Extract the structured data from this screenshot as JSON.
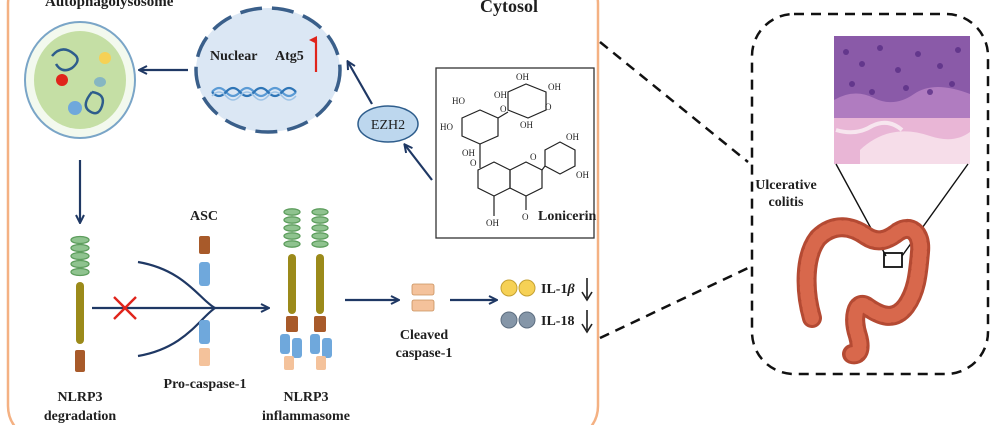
{
  "labels": {
    "autophagolysosome": "Autophagolysosome",
    "cytosol": "Cytosol",
    "nuclear": "Nuclear",
    "atg5": "Atg5",
    "ezh2": "EZH2",
    "lonicerin": "Lonicerin",
    "asc": "ASC",
    "nlrp3_degradation_line1": "NLRP3",
    "nlrp3_degradation_line2": "degradation",
    "pro_caspase": "Pro-caspase-1",
    "nlrp3_inflammasome_line1": "NLRP3",
    "nlrp3_inflammasome_line2": "inflammasome",
    "cleaved_line1": "Cleaved",
    "cleaved_line2": "caspase-1",
    "il1_prefix": "IL-1",
    "il1_beta": "β",
    "il18": "IL-18",
    "ulcerative_line1": "Ulcerative",
    "ulcerative_line2": "colitis"
  },
  "molecule_atoms": {
    "o": "O",
    "oh": "OH",
    "ho": "HO"
  },
  "colors": {
    "cell_border": "#f4b183",
    "arrow": "#1f3864",
    "nucleus_fill": "#dbe7f4",
    "nucleus_border": "#3a5f8a",
    "vesicle_fill": "#c5dfa5",
    "ezh2_fill": "#bdd7ee",
    "helix_green": "#8fc38f",
    "nlrp3_rod": "#9b8a1a",
    "asc_brown": "#a85a2a",
    "caspase_blue": "#6fa8dc",
    "caspase_peach": "#f4c29b",
    "il1_yellow": "#f6d155",
    "il18_gray": "#8596a8",
    "inhibit_red": "#e0241b",
    "up_arrow_red": "#e0241b",
    "colon": "#c8533a"
  }
}
